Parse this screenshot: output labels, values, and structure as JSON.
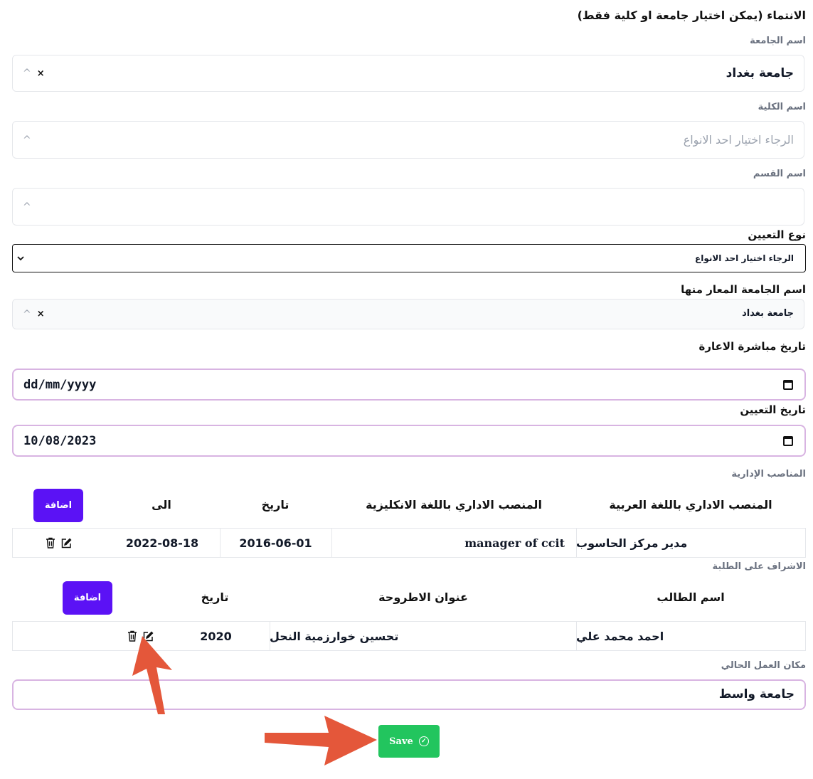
{
  "section_title": "الانتماء (يمكن اختيار جامعة او كلية فقط)",
  "university": {
    "label": "اسم الجامعة",
    "value": "جامعة بغداد",
    "clear": "×",
    "toggle": "^"
  },
  "college": {
    "label": "اسم الكلية",
    "placeholder": "الرجاء اختيار احد الانواع",
    "toggle": "^"
  },
  "department": {
    "label": "اسم القسم",
    "toggle": "^"
  },
  "appointment_type": {
    "label": "نوع التعيين",
    "value": "الرجاء اختيار احد الانواع"
  },
  "lending_university": {
    "label": "اسم الجامعة المعار منها",
    "value": "جامعة بغداد",
    "clear": "×",
    "toggle": "^"
  },
  "secondment_start_date": {
    "label": "تاريخ مباشرة الاعارة",
    "value": "dd/mm/yyyy"
  },
  "appointment_date": {
    "label": "تاريخ التعيين",
    "value": "10/08/2023"
  },
  "admin_positions": {
    "label": "المناصب الإدارية",
    "headers": [
      "المنصب الاداري باللغة العربية",
      "المنصب الاداري باللغة الانكليزية",
      "تاريخ",
      "الى"
    ],
    "add_label": "اضافة",
    "rows": [
      {
        "ar": "مدير مركز الحاسوب",
        "en": "manager of ccit",
        "from": "2016-06-01",
        "to": "2022-08-18"
      }
    ]
  },
  "supervision": {
    "label": "الاشراف على الطلبة",
    "headers": [
      "اسم الطالب",
      "عنوان الاطروحة",
      "تاريخ"
    ],
    "add_label": "اضافة",
    "rows": [
      {
        "student": "احمد محمد علي",
        "thesis": "تحسين خوارزمية النحل",
        "year": "2020"
      }
    ]
  },
  "current_workplace": {
    "label": "مكان العمل الحالي",
    "value": "جامعة واسط"
  },
  "save": {
    "label": "Save"
  },
  "colors": {
    "primary": "#5b12f5",
    "success": "#22c55e",
    "arrow": "#e4573a",
    "focus_border": "#d8b4e2"
  }
}
